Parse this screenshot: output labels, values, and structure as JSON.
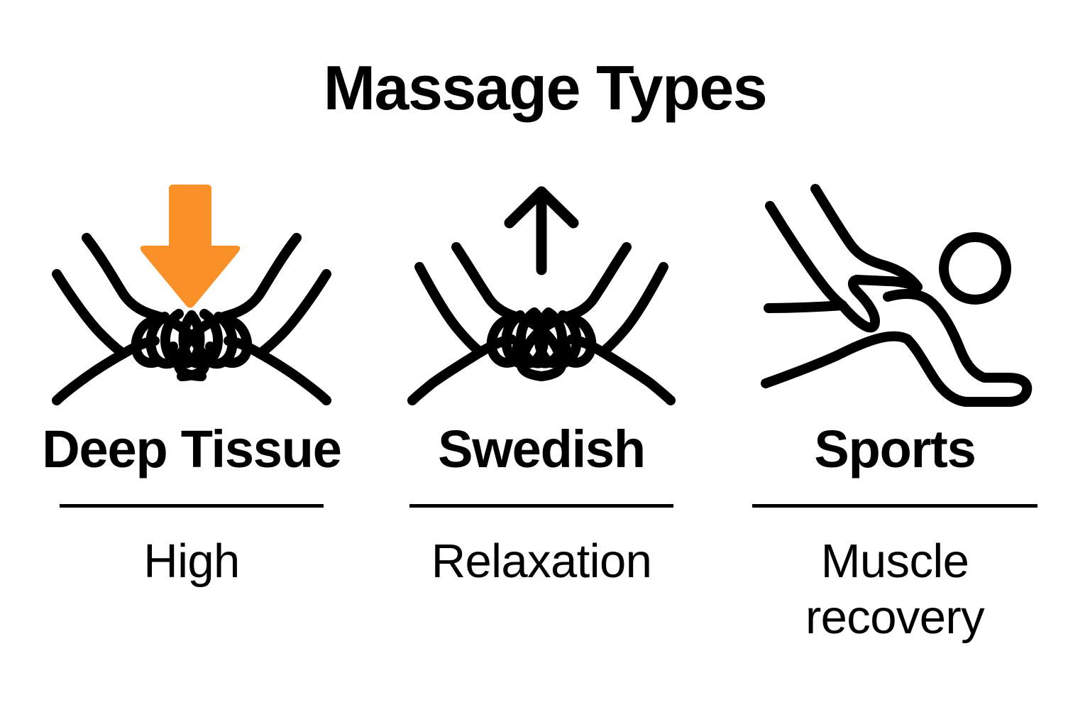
{
  "header": {
    "title": "Massage Types"
  },
  "theme": {
    "background": "#ffffff",
    "ink": "#000000",
    "accent_orange": "#FA9128"
  },
  "columns": [
    {
      "id": "deep-tissue",
      "label": "Deep Tissue",
      "detail": "High",
      "icon_name": "two-hands-pressing-down-with-orange-arrow-icon",
      "arrow": {
        "direction": "down",
        "color": "#FA9128",
        "style": "solid-filled"
      }
    },
    {
      "id": "swedish",
      "label": "Swedish",
      "detail": "Relaxation",
      "icon_name": "two-hands-stroking-up-with-black-arrow-icon",
      "arrow": {
        "direction": "up",
        "color": "#000000",
        "style": "line-stroke"
      }
    },
    {
      "id": "sports",
      "label": "Sports",
      "detail": "Muscle recovery",
      "icon_name": "hand-massaging-reclining-person-icon",
      "arrow": {
        "direction": "none",
        "color": "#000000",
        "style": "none"
      }
    }
  ]
}
